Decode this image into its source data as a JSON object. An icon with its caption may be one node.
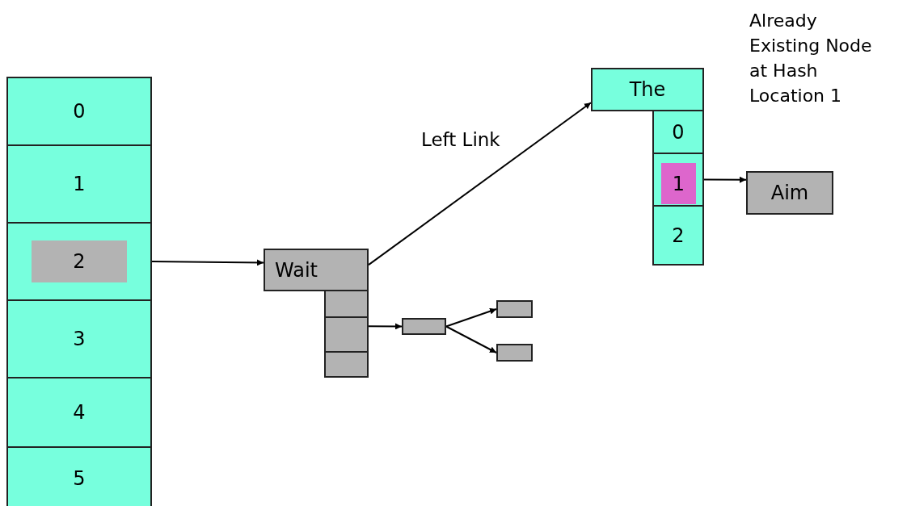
{
  "diagram": {
    "nodes": [
      {
        "text": [
          "0"
        ]
      },
      {
        "text": [
          "1"
        ]
      },
      {
        "text": [],
        "shape": "box"
      },
      {
        "text": [
          "2"
        ],
        "in": 2
      },
      {
        "text": [
          "3"
        ]
      },
      {
        "text": [
          "4"
        ]
      },
      {
        "text": [
          "5"
        ]
      },
      {
        "text": [
          "Wait"
        ]
      },
      {
        "text": [],
        "shape": "box"
      },
      {
        "text": [],
        "shape": "box"
      },
      {
        "text": [],
        "shape": "box"
      },
      {
        "text": [],
        "shape": "box"
      },
      {
        "text": [],
        "shape": "box"
      },
      {
        "text": [],
        "shape": "box"
      },
      {
        "text": [
          "The"
        ]
      },
      {
        "text": [
          "0"
        ]
      },
      {
        "text": [],
        "shape": "box"
      },
      {
        "text": [
          "1"
        ],
        "in": 16
      },
      {
        "text": [
          "2"
        ]
      },
      {
        "text": [
          "Aim"
        ]
      }
    ],
    "edges": [
      {
        "from": 2,
        "to": 7,
        "arrow": "to"
      },
      {
        "from": 7,
        "to": 14,
        "arrow": "to",
        "label": "Left Link"
      },
      {
        "from": 9,
        "to": 11,
        "arrow": "to"
      },
      {
        "from": 11,
        "to": 12,
        "arrow": "to"
      },
      {
        "from": 11,
        "to": 13,
        "arrow": "to"
      },
      {
        "from": 16,
        "to": 19,
        "arrow": "to"
      }
    ],
    "labels": [
      "Already Existing Node at Hash Location 1"
    ]
  }
}
